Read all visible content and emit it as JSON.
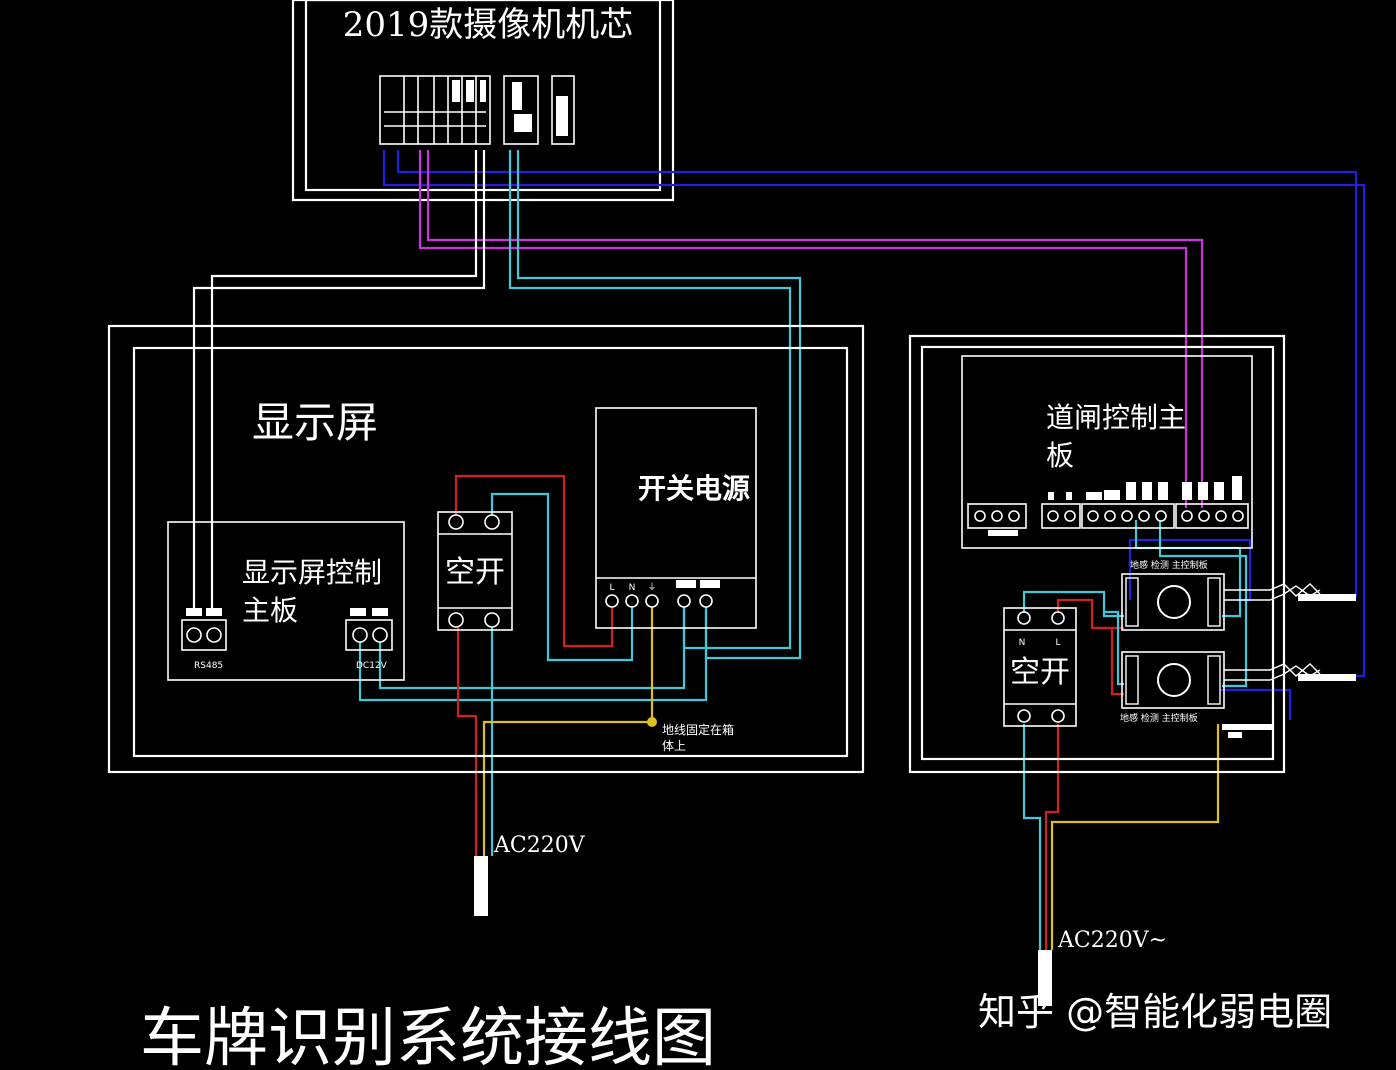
{
  "diagram": {
    "title": "车牌识别系统接线图",
    "camera_module": "2019款摄像机机芯",
    "display": {
      "title": "显示屏",
      "controller_line1": "显示屏控制",
      "controller_line2": "主板",
      "rs485_tag": "RS485",
      "dc12v_tag": "DC12V",
      "breaker": "空开",
      "psu": "开关电源",
      "psu_terms": [
        "L",
        "N",
        "⏚"
      ],
      "ground_note_line1": "地线固定在箱",
      "ground_note_line2": "体上",
      "power_in": "AC220V"
    },
    "barrier": {
      "title_line1": "道闸控制主",
      "title_line2": "板",
      "breaker": "空开",
      "breaker_terms": [
        "N",
        "L"
      ],
      "loop_label_top": "地感 检测 主控制板",
      "loop_label_bottom": "地感 检测 主控制板",
      "power_in": "AC220V~"
    },
    "watermark": "知乎 @智能化弱电圈",
    "wire_colors": {
      "frame": "#ffffff",
      "blue": "#2020e0",
      "magenta": "#d030e0",
      "cyan": "#40c8d8",
      "red": "#d02020",
      "yellow": "#e0c020"
    }
  }
}
